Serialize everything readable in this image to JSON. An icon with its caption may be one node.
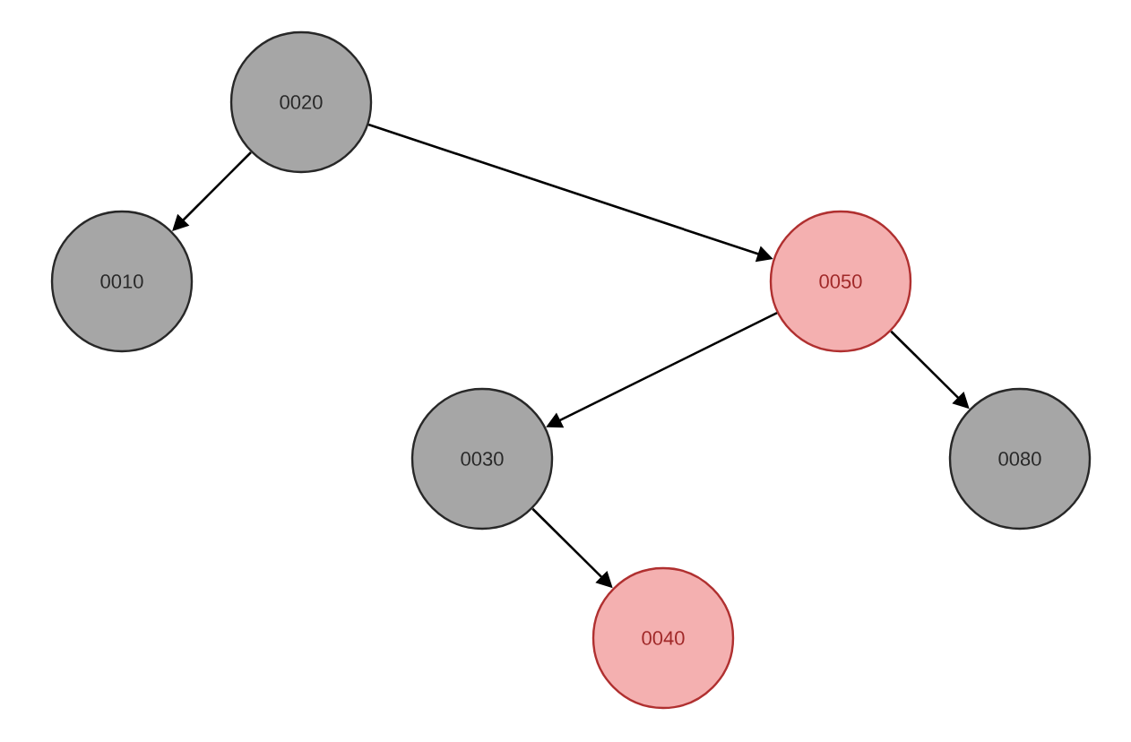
{
  "diagram": {
    "nodes": [
      {
        "text": [
          "0020"
        ]
      },
      {
        "text": [
          "0010"
        ]
      },
      {
        "text": [
          "0050"
        ]
      },
      {
        "text": [
          "0030"
        ]
      },
      {
        "text": [
          "0080"
        ]
      },
      {
        "text": [
          "0040"
        ]
      }
    ],
    "edges": [
      {
        "from": 0,
        "to": 1,
        "arrow": "to"
      },
      {
        "from": 0,
        "to": 2,
        "arrow": "to"
      },
      {
        "from": 2,
        "to": 3,
        "arrow": "to"
      },
      {
        "from": 2,
        "to": 4,
        "arrow": "to"
      },
      {
        "from": 3,
        "to": 5,
        "arrow": "to"
      }
    ]
  }
}
